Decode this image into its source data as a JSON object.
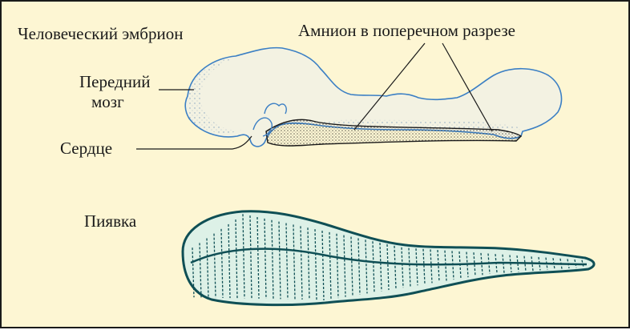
{
  "figure": {
    "title": "Человеческий эмбрион",
    "labels": {
      "amnion": "Амнион в поперечном разрезе",
      "forebrain_line1": "Передний",
      "forebrain_line2": "мозг",
      "heart": "Сердце",
      "leech": "Пиявка"
    }
  },
  "colors": {
    "background": "#fdf6d3",
    "border": "#1a1a1a",
    "embryo_outline": "#3b7fc4",
    "embryo_stipple": "#2a5fa0",
    "embryo_fill": "#f3f2e2",
    "leech_fill": "#ddf1e7",
    "leech_stroke": "#0f4f55",
    "leader_line": "#1a1a1a"
  },
  "icons": [
    "human-embryo-drawing",
    "leech-drawing"
  ]
}
